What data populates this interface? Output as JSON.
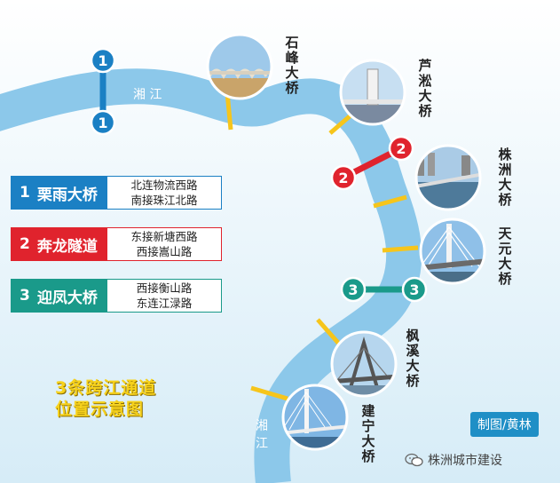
{
  "river": {
    "label_top": "湘 江",
    "label_bottom": "湘\n江"
  },
  "tunnels": [
    {
      "num": "1",
      "name": "栗雨大桥",
      "line1": "北连物流西路",
      "line2": "南接珠江北路",
      "color": "#1b80c4"
    },
    {
      "num": "2",
      "name": "奔龙隧道",
      "line1": "东接新塘西路",
      "line2": "西接嵩山路",
      "color": "#e0232d"
    },
    {
      "num": "3",
      "name": "迎凤大桥",
      "line1": "西接衡山路",
      "line2": "东连江渌路",
      "color": "#1a9a8a"
    }
  ],
  "bridges": [
    {
      "name": "石峰大桥"
    },
    {
      "name": "芦淞大桥"
    },
    {
      "name": "株洲大桥"
    },
    {
      "name": "天元大桥"
    },
    {
      "name": "枫溪大桥"
    },
    {
      "name": "建宁大桥"
    }
  ],
  "title": {
    "line1": "3条跨江通道",
    "line2": "位置示意图"
  },
  "credit": "制图/黄林",
  "watermark": "株洲城市建设",
  "colors": {
    "river": "#8cc8ea",
    "background": "#eaf5fb",
    "marker": "#f6c51b"
  }
}
